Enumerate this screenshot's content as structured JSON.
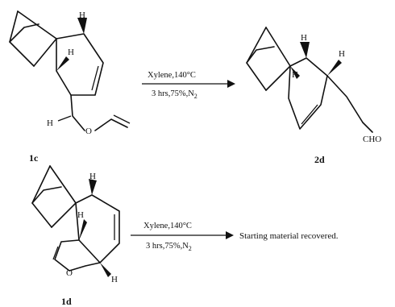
{
  "reaction_1": {
    "reactant_label": "1c",
    "product_label": "2d",
    "condition_top": "Xylene,140°C",
    "condition_bottom_main": "3 hrs,75%,N",
    "condition_bottom_sub": "2",
    "reactant_atoms": {
      "h_top": "H",
      "h_mid": "H",
      "h_side": "H",
      "oxygen": "O"
    },
    "product_atoms": {
      "h_top": "H",
      "h_mid": "H",
      "h_right": "H",
      "cho": "CHO"
    }
  },
  "reaction_2": {
    "reactant_label": "1d",
    "condition_top": "Xylene,140°C",
    "condition_bottom_main": "3 hrs,75%,N",
    "condition_bottom_sub": "2",
    "result_text": "Starting material recovered.",
    "reactant_atoms": {
      "h_top": "H",
      "h_mid": "H",
      "h_bottom": "H",
      "oxygen": "O"
    }
  }
}
